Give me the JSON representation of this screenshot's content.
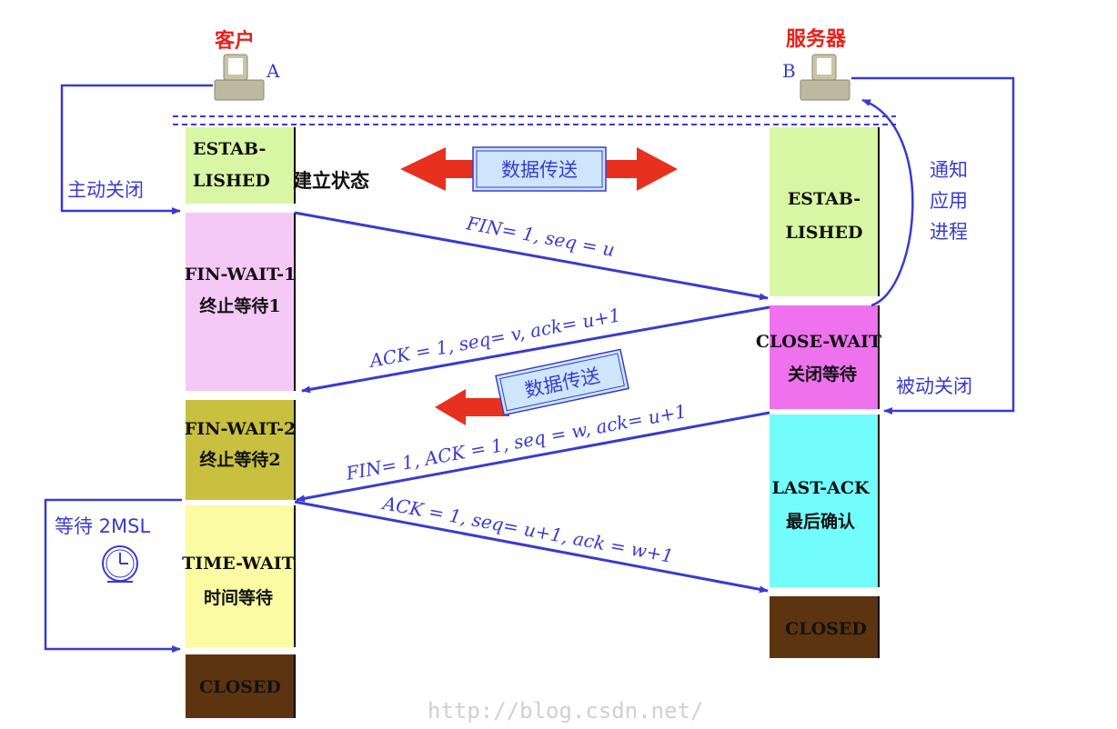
{
  "hosts": {
    "client_title": "客户",
    "client_letter": "A",
    "server_title": "服务器",
    "server_letter": "B"
  },
  "client_states": [
    {
      "line1": "ESTAB-",
      "line2": "LISHED",
      "color": "#d8f7a5"
    },
    {
      "line1": "FIN-WAIT-1",
      "line2": "终止等待1",
      "color": "#f5c9f5"
    },
    {
      "line1": "FIN-WAIT-2",
      "line2": "终止等待2",
      "color": "#c9c040"
    },
    {
      "line1": "TIME-WAIT",
      "line2": "时间等待",
      "color": "#fbfba3"
    },
    {
      "line1": "CLOSED",
      "color": "#5c3410"
    }
  ],
  "client_established_note": "建立状态",
  "server_states": [
    {
      "line1": "ESTAB-",
      "line2": "LISHED",
      "color": "#d8f7a5"
    },
    {
      "line1": "CLOSE-WAIT",
      "line2": "关闭等待",
      "color": "#ee72ee"
    },
    {
      "line1": "LAST-ACK",
      "line2": "最后确认",
      "color": "#72fcfc"
    },
    {
      "line1": "CLOSED",
      "color": "#5c3410"
    }
  ],
  "messages": [
    "FIN= 1, seq = u",
    "ACK = 1, seq= v, ack= u+1",
    "FIN= 1, ACK = 1, seq = w, ack= u+1",
    "ACK = 1, seq= u+1, ack = w+1"
  ],
  "data_transfer_1": "数据传送",
  "data_transfer_2": "数据传送",
  "active_close": "主动关闭",
  "passive_close": "被动关闭",
  "notify_app": [
    "通知",
    "应用",
    "进程"
  ],
  "wait_2msl": "等待 2MSL",
  "watermark": "http://blog.csdn.net/",
  "colors": {
    "arrow": "#3a3acf",
    "red": "#e8301f",
    "title": "#e8201a"
  }
}
